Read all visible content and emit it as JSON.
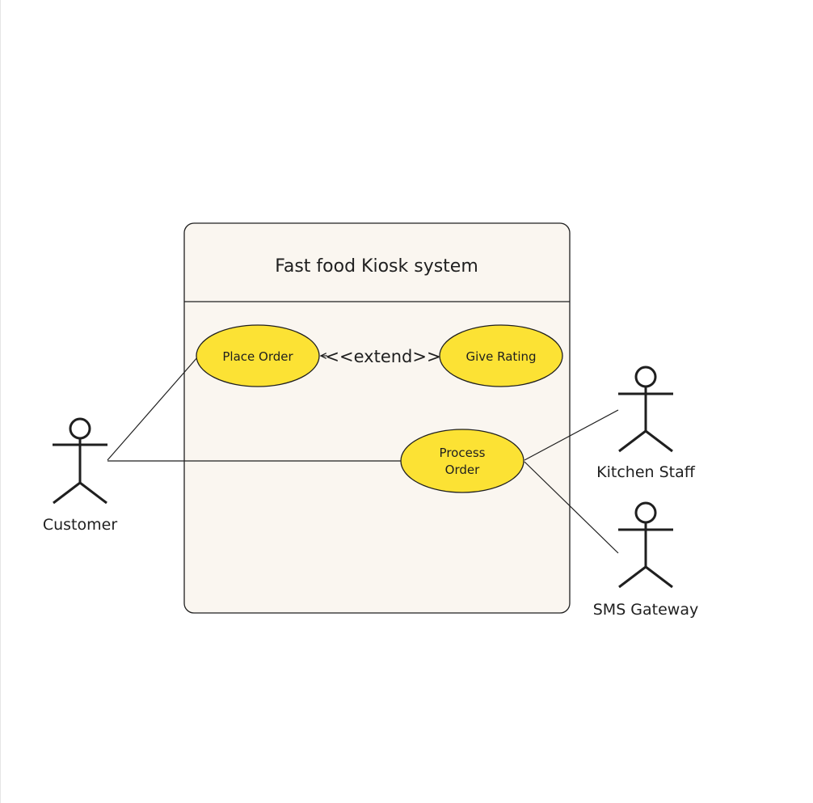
{
  "system": {
    "title": "Fast food Kiosk system"
  },
  "use_cases": {
    "place_order": "Place Order",
    "give_rating": "Give Rating",
    "process_order_line1": "Process",
    "process_order_line2": "Order"
  },
  "relations": {
    "extend_label": "<<extend>>"
  },
  "actors": {
    "customer": "Customer",
    "kitchen_staff": "Kitchen Staff",
    "sms_gateway": "SMS Gateway"
  },
  "colors": {
    "use_case_fill": "#fce234",
    "system_fill": "#faf6f0",
    "stroke": "#1f1f1f"
  }
}
